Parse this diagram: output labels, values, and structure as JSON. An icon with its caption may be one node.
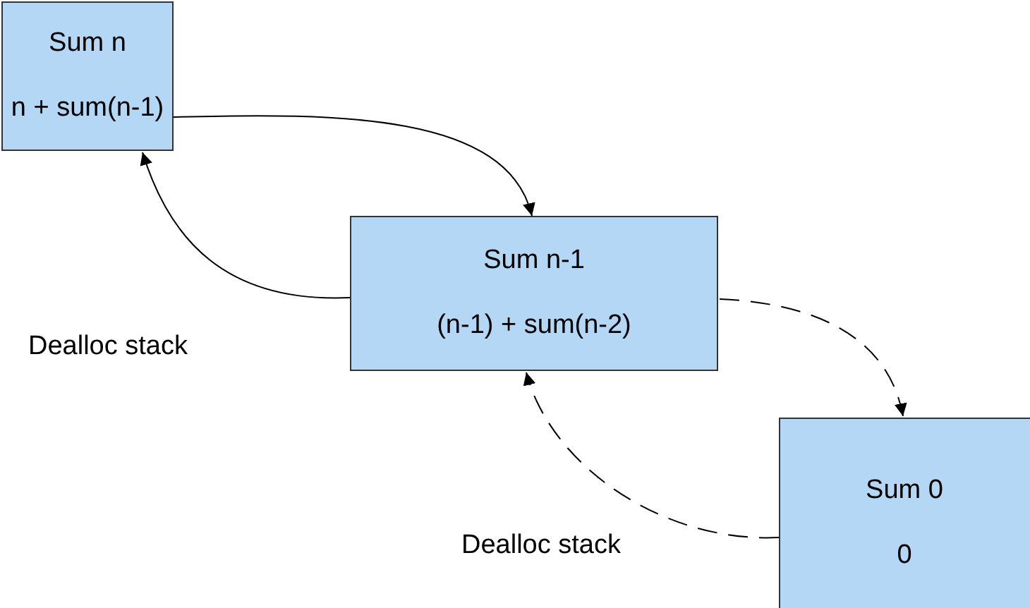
{
  "diagram": {
    "nodes": [
      {
        "text": [
          "Sum n",
          "n + sum(n-1)"
        ]
      },
      {
        "text": [
          "Sum n-1",
          "(n-1) + sum(n-2)"
        ]
      },
      {
        "text": [
          "Sum 0",
          "0"
        ]
      }
    ],
    "edges": [
      {
        "from": 0,
        "to": 1,
        "arrow": "to"
      },
      {
        "from": 1,
        "to": 0,
        "arrow": "to",
        "label": "Dealloc stack"
      },
      {
        "from": 1,
        "to": 2,
        "arrow": "to",
        "style": "dashed"
      },
      {
        "from": 2,
        "to": 1,
        "arrow": "to",
        "style": "dashed",
        "label": "Dealloc stack"
      }
    ]
  }
}
